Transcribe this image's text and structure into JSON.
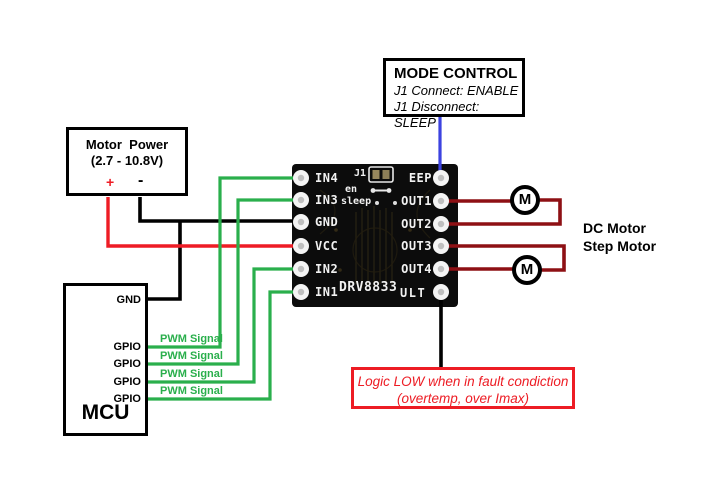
{
  "colors": {
    "wire_green": "#2aaf4c",
    "wire_red": "#ee1c25",
    "wire_dark_red": "#8e1014",
    "wire_blue": "#3d43e0",
    "wire_black": "#000000",
    "fault_red": "#ed1c24",
    "board_black": "#0c0c0c",
    "silkscreen_white": "#f1f1f1"
  },
  "mode_control": {
    "title": "MODE CONTROL",
    "line1": "J1 Connect: ENABLE",
    "line2": "J1 Disconnect: SLEEP"
  },
  "motor_power": {
    "title": "Motor  Power",
    "range": "(2.7 - 10.8V)",
    "plus": "+",
    "minus": "-"
  },
  "mcu": {
    "title": "MCU",
    "gnd_label": "GND",
    "gpio_labels": [
      "GPIO",
      "GPIO",
      "GPIO",
      "GPIO"
    ],
    "pwm_labels": [
      "PWM Signal",
      "PWM Signal",
      "PWM Signal",
      "PWM Signal"
    ]
  },
  "module": {
    "chip_label": "DRV8833",
    "j1_label": "J1",
    "en_label": "en",
    "sleep_label": "sleep",
    "left_pins": [
      "IN4",
      "IN3",
      "GND",
      "VCC",
      "IN2",
      "IN1"
    ],
    "right_pins": [
      "EEP",
      "OUT1",
      "OUT2",
      "OUT3",
      "OUT4",
      "ULT"
    ]
  },
  "motors": {
    "label": "M",
    "type_labels": [
      "DC Motor",
      "Step Motor"
    ]
  },
  "fault_note": {
    "line1": "Logic LOW when in fault condiction",
    "line2": "(overtemp, over Imax)"
  }
}
